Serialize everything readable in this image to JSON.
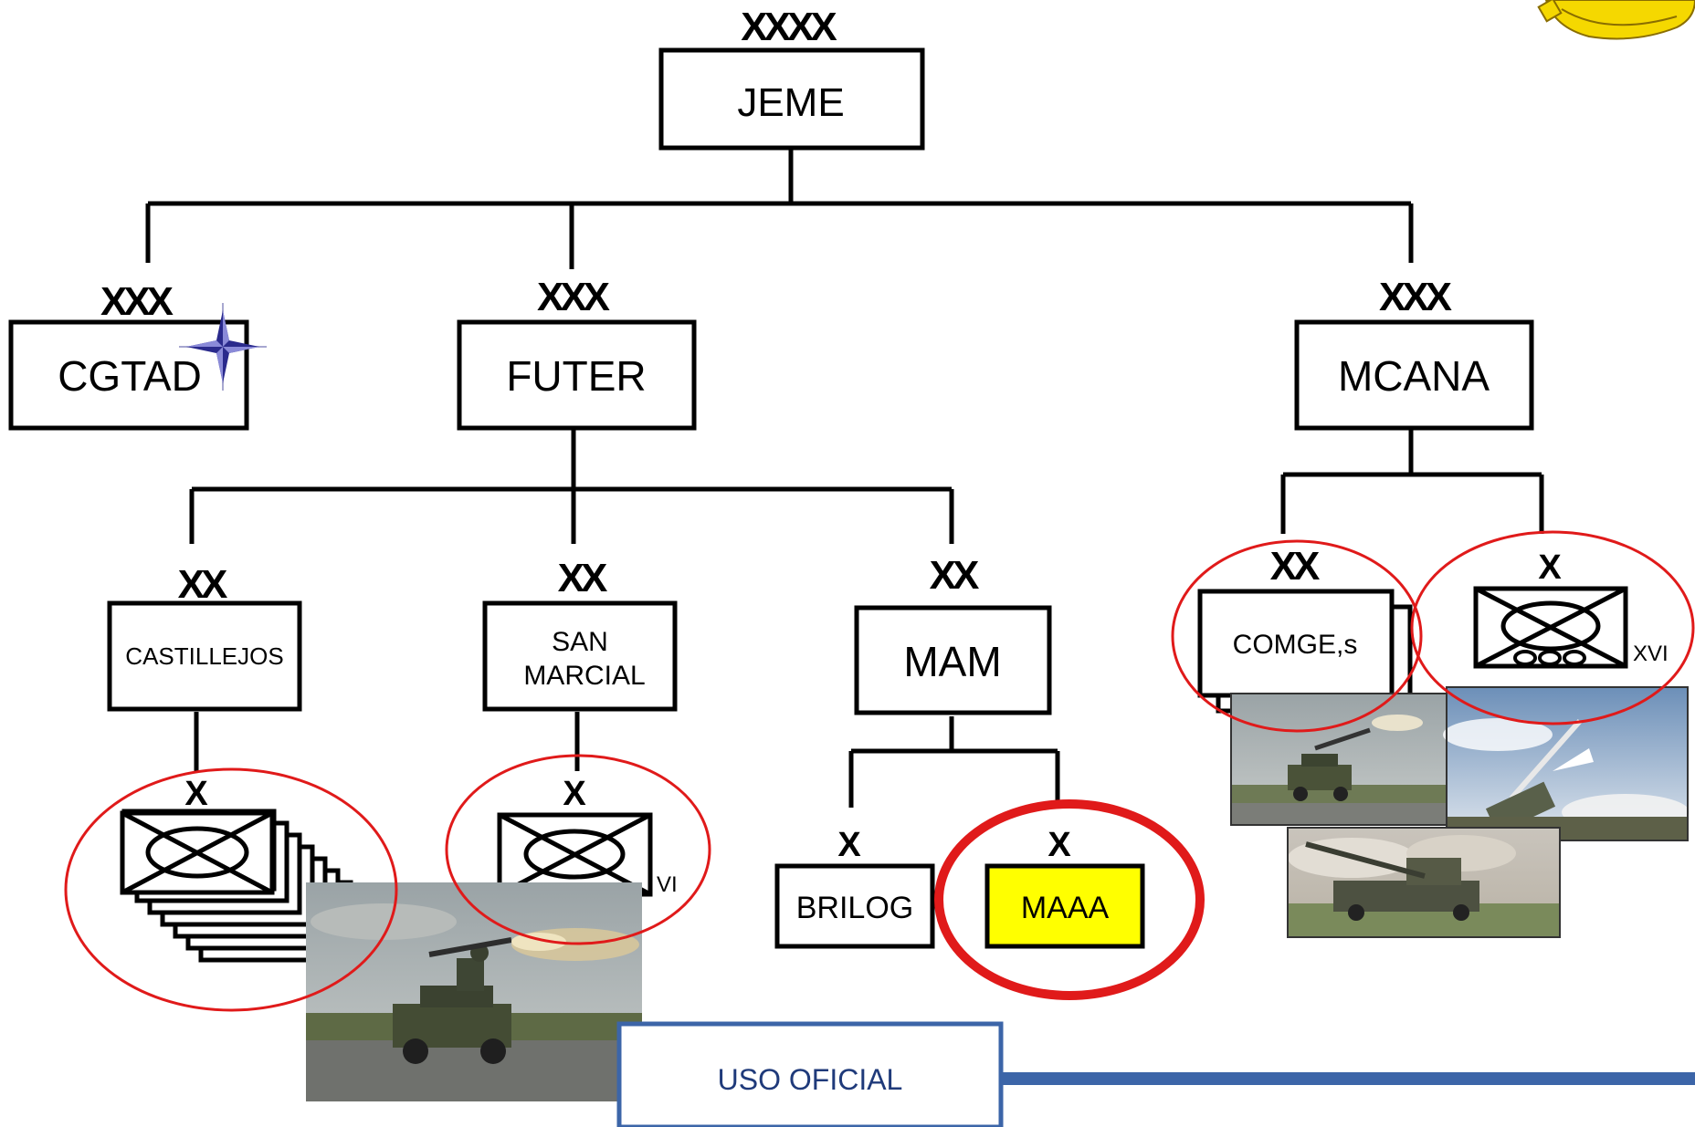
{
  "echelon_marks": {
    "army": "XXXX",
    "corps": "XXX",
    "division": "XX",
    "brigade": "X"
  },
  "units": {
    "jeme": "JEME",
    "cgtad": "CGTAD",
    "futer": "FUTER",
    "mcana": "MCANA",
    "castillejos": "CASTILLEJOS",
    "san_marcial_line1": "SAN",
    "san_marcial_line2": "MARCIAL",
    "mam": "MAM",
    "comges": "COMGE,s",
    "brilog": "BRILOG",
    "maaa": "MAAA"
  },
  "roman_numerals": {
    "san_marcial_aa": "VI",
    "mcana_aa": "XVI"
  },
  "footer": {
    "classification": "USO OFICIAL"
  },
  "colors": {
    "highlight_ellipse": "#e01a1a",
    "maaa_fill": "#ffff00",
    "footer_blue": "#3c65a8",
    "footer_text": "#1f3a7a",
    "nato_star": "#2a2a8c"
  },
  "icons": [
    "nato-compass-star-icon",
    "army-crest-icon",
    "air-defence-unit-symbol"
  ]
}
